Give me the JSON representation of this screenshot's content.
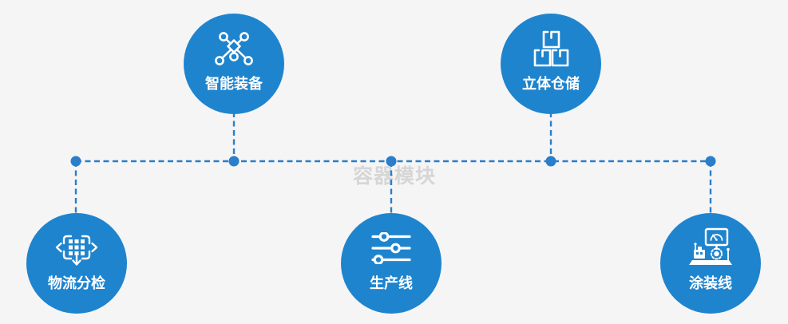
{
  "page": {
    "background_color": "#f5f5f6",
    "watermark_text": "容器模块"
  },
  "palette": {
    "circle_blue": "#1f84ce",
    "connector_blue": "#2b7ec9",
    "icon_white": "#ffffff",
    "label_color": "#ffffff",
    "watermark_gray": "#d6d6d6"
  },
  "nodes": [
    {
      "id": "smart-equipment",
      "label": "智能装备",
      "icon": "network-nodes-icon"
    },
    {
      "id": "warehouse",
      "label": "立体仓储",
      "icon": "stacked-boxes-icon"
    },
    {
      "id": "logistics",
      "label": "物流分检",
      "icon": "distribute-arrows-icon"
    },
    {
      "id": "production-line",
      "label": "生产线",
      "icon": "sliders-icon"
    },
    {
      "id": "coating-line",
      "label": "涂装线",
      "icon": "monitor-machine-icon"
    }
  ]
}
